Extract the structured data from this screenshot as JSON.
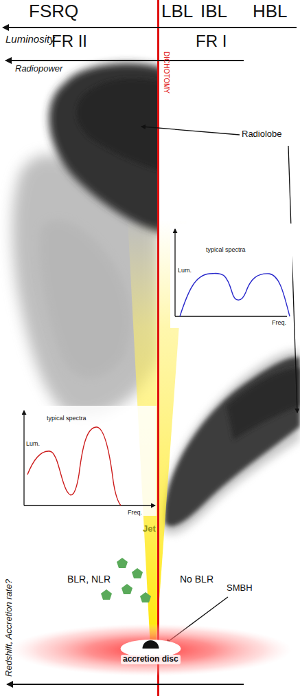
{
  "diagram": {
    "nodes": [
      {
        "text": [
          "accretion disc"
        ]
      }
    ],
    "labels": [
      "FSRQ",
      "LBL",
      "IBL",
      "HBL",
      "Luminosity",
      "FR II",
      "FR I",
      "Radiopower",
      "DICHOTOMY",
      "Radiolobe",
      "typical spectra",
      "Lum.",
      "Freq.",
      "typical spectra",
      "Lum.",
      "Freq.",
      "Jet",
      "BLR, NLR",
      "No BLR",
      "SMBH",
      "Redshift, Accretion rate?"
    ]
  }
}
